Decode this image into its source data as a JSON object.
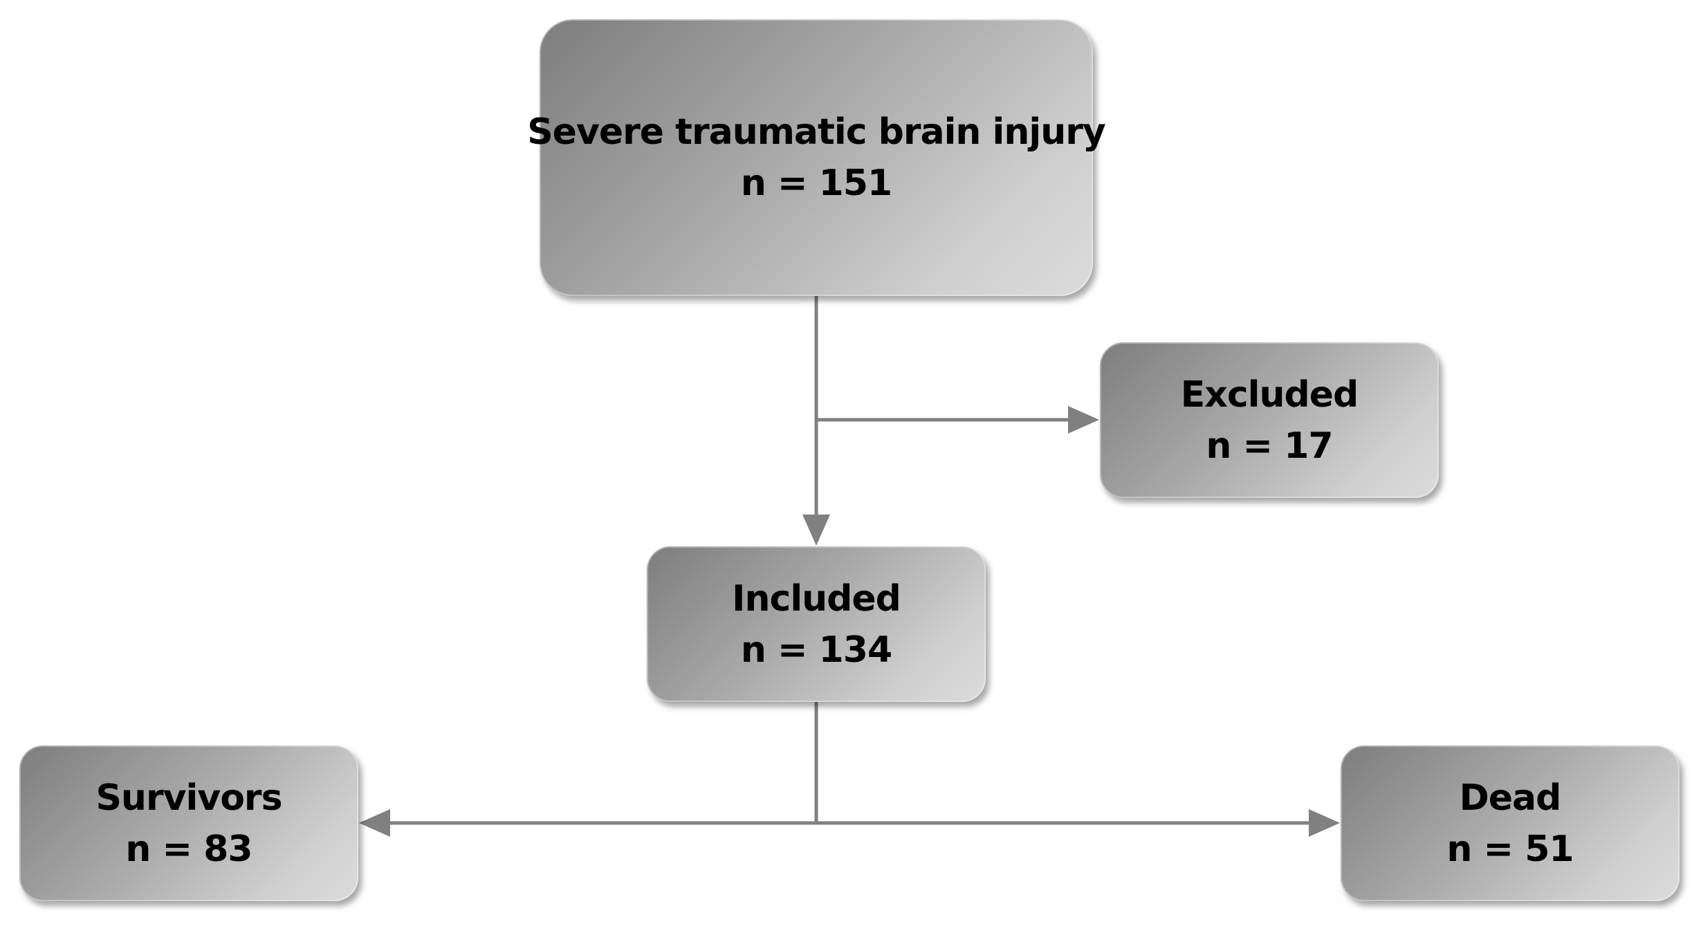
{
  "boxes": {
    "severe": {
      "label": "Severe traumatic brain injury",
      "count": "n = 151"
    },
    "excluded": {
      "label": "Excluded",
      "count": "n = 17"
    },
    "included": {
      "label": "Included",
      "count": "n = 134"
    },
    "survivors": {
      "label": "Survivors",
      "count": "n = 83"
    },
    "dead": {
      "label": "Dead",
      "count": "n = 51"
    }
  },
  "colors": {
    "connector": "#808080",
    "box_dark": "#7d7d7d",
    "box_light": "#dcdcdc",
    "text": "#000000"
  }
}
